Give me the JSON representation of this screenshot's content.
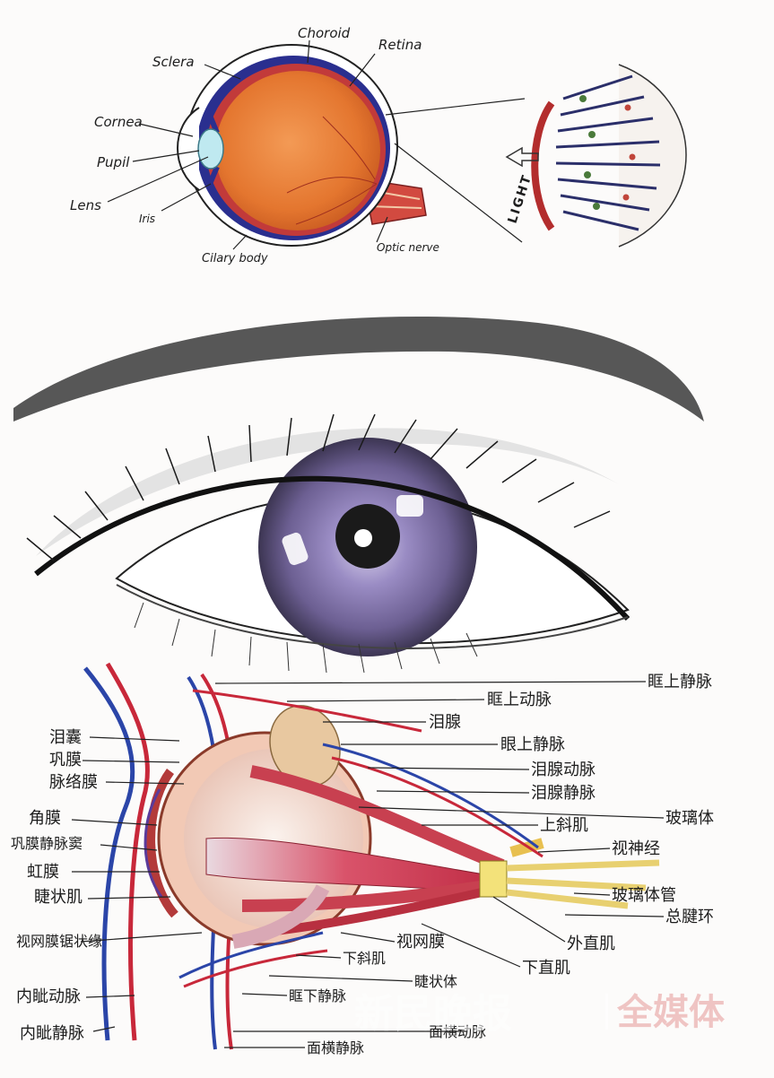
{
  "top_section": {
    "labels": {
      "sclera": "Sclera",
      "choroid": "Choroid",
      "retina": "Retina",
      "cornea": "Cornea",
      "pupil": "Pupil",
      "lens": "Lens",
      "iris": "Iris",
      "ciliary_body": "Cilary body",
      "optic_nerve": "Optic nerve",
      "light": "LIGHT"
    }
  },
  "bottom_section": {
    "left_labels": [
      "泪囊",
      "巩膜",
      "脉络膜",
      "角膜",
      "巩膜静脉窦",
      "虹膜",
      "睫状肌",
      "视网膜锯状缘",
      "内眦动脉",
      "内眦静脉"
    ],
    "right_labels": [
      "眶上静脉",
      "眶上动脉",
      "泪腺",
      "眼上静脉",
      "泪腺动脉",
      "泪腺静脉",
      "玻璃体",
      "上斜肌",
      "视神经",
      "玻璃体管",
      "总腱环",
      "外直肌",
      "下直肌",
      "视网膜",
      "下斜肌",
      "睫状体",
      "眶下静脉",
      "面横动脉",
      "面横静脉"
    ]
  },
  "watermark": {
    "brand": "新民晚报",
    "suffix": "全媒体"
  },
  "colors": {
    "sclera_blue": "#2a2f8f",
    "eyeball_orange": "#e8803a",
    "retina_red": "#c23a3a",
    "iris_purple": "#8a7db5",
    "vein_blue": "#2b45a8",
    "artery_red": "#c8283a"
  }
}
